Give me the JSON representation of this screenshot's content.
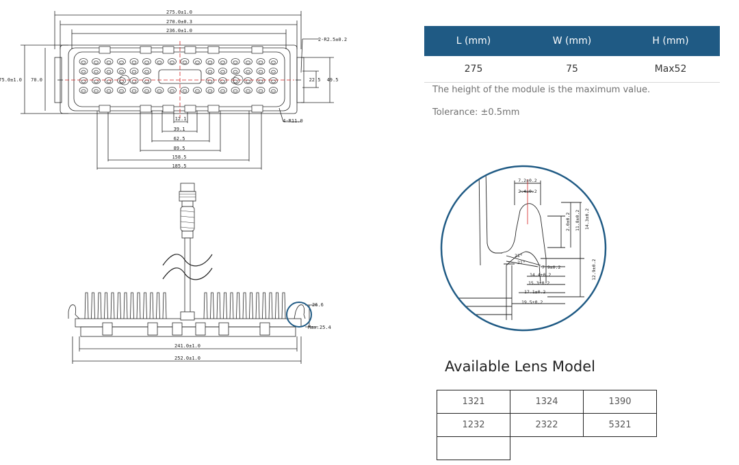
{
  "dimensions_table": {
    "headers": [
      "L (mm)",
      "W (mm)",
      "H (mm)"
    ],
    "values": [
      "275",
      "75",
      "Max52"
    ]
  },
  "notes": {
    "height_note": "The height of the module is the maximum value.",
    "tolerance": "Tolerance:  ±0.5mm"
  },
  "top_view": {
    "labels": {
      "d275": "275.0±1.0",
      "d270": "270.0±0.3",
      "d236": "236.0±1.0",
      "r25": "2-R2.5±0.2",
      "d75": "75.0±1.0",
      "d70": "70.0",
      "d225": "22.5",
      "d495": "49.5",
      "r1": "4-R11.0",
      "d121": "12.1",
      "d391": "39.1",
      "d625": "62.5",
      "d895": "89.5",
      "d1585": "158.5",
      "d1855": "185.5"
    }
  },
  "side_view": {
    "labels": {
      "h266": "26.6",
      "max254": "Max:25.4",
      "d241": "241.0±1.0",
      "d252": "252.0±1.0"
    }
  },
  "detail_view": {
    "labels": {
      "w72": "7.2±0.2",
      "w24": "2.4±0.2",
      "h20": "2.0±0.2",
      "h118": "11.8±0.2",
      "h143": "14.3±0.2",
      "a21a": "21°",
      "a21b": "21°",
      "w79": "7.9±0.2",
      "w144": "14.4±0.2",
      "w153": "15.3±0.2",
      "h129": "12.9±0.2",
      "w171": "17.1±0.2",
      "w195": "19.5±0.2"
    }
  },
  "lens_section": {
    "title": "Available Lens Model",
    "rows": [
      [
        "1321",
        "1324",
        "1390"
      ],
      [
        "1232",
        "2322",
        "5321"
      ]
    ]
  },
  "colors": {
    "header_blue": "#1f5a84",
    "detail_circle": "#1f5a84",
    "center_line": "#d42020"
  }
}
